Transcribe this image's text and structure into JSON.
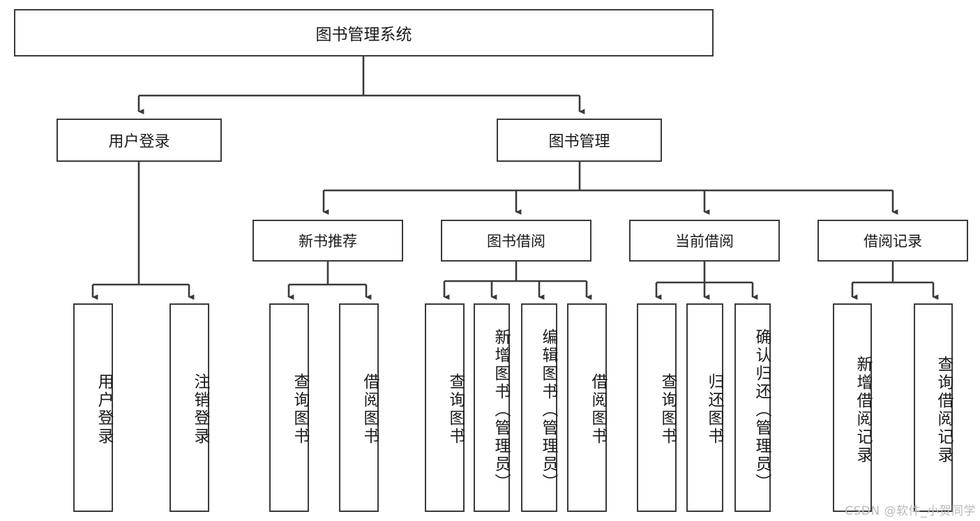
{
  "diagram": {
    "title": "图书管理系统",
    "type": "tree-hierarchy-diagram",
    "root": {
      "label": "图书管理系统"
    },
    "level2": [
      {
        "label": "用户登录"
      },
      {
        "label": "图书管理"
      }
    ],
    "level3": [
      {
        "label": "新书推荐"
      },
      {
        "label": "图书借阅"
      },
      {
        "label": "当前借阅"
      },
      {
        "label": "借阅记录"
      }
    ],
    "leaves": {
      "user_login": [
        {
          "label": "用户登录"
        },
        {
          "label": "注销登录"
        }
      ],
      "new_book_recommend": [
        {
          "label": "查询图书"
        },
        {
          "label": "借阅图书"
        }
      ],
      "book_borrow": [
        {
          "label": "查询图书"
        },
        {
          "label": "新增图书（管理员）"
        },
        {
          "label": "编辑图书（管理员）"
        },
        {
          "label": "借阅图书"
        }
      ],
      "current_borrow": [
        {
          "label": "查询图书"
        },
        {
          "label": "归还图书"
        },
        {
          "label": "确认归还（管理员）"
        }
      ],
      "borrow_record": [
        {
          "label": "新增借阅记录"
        },
        {
          "label": "查询借阅记录"
        }
      ]
    }
  },
  "watermark": {
    "text": "CSDN @软件_小贺同学"
  },
  "colors": {
    "stroke": "#3a3a3a",
    "background": "#ffffff",
    "text": "#1a1a1a",
    "watermark": "#b9b9b9"
  }
}
